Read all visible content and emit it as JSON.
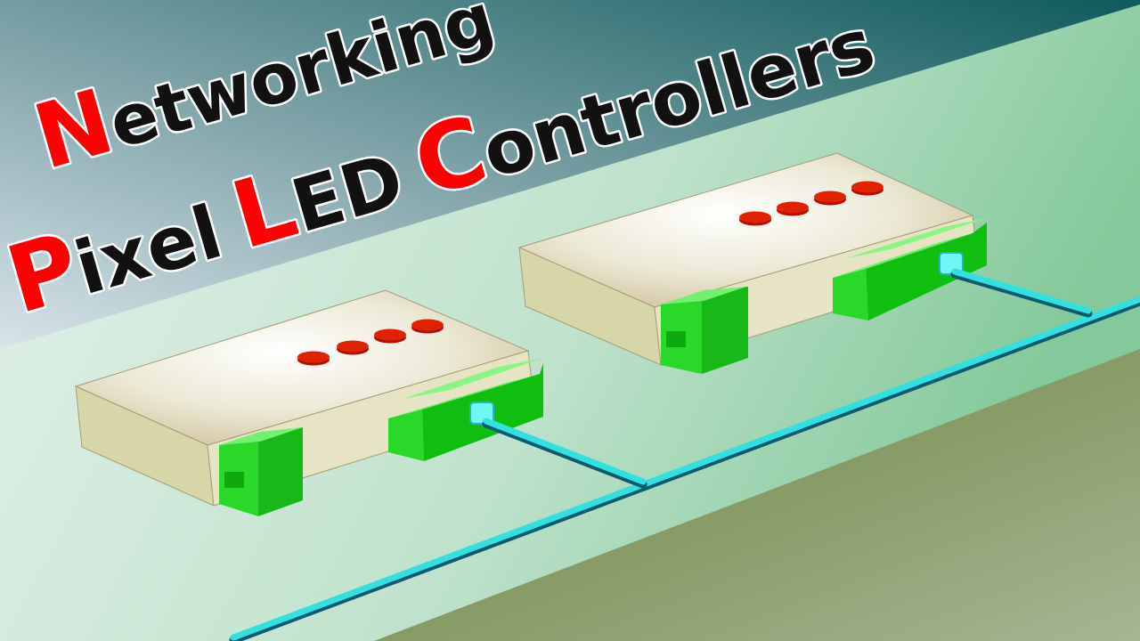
{
  "title": {
    "line1": {
      "initial": "N",
      "rest": "etworking"
    },
    "line2": {
      "words": [
        {
          "initial": "P",
          "rest": "ixel"
        },
        {
          "initial": "L",
          "rest": "ED"
        },
        {
          "initial": "C",
          "rest": "ontrollers"
        }
      ]
    }
  },
  "controllers": [
    {
      "name": "controller-left",
      "led_count": 4
    },
    {
      "name": "controller-right",
      "led_count": 4
    }
  ],
  "colors": {
    "initial_letter": "#ff0000",
    "title_text": "#111111",
    "title_outline": "#ffffff",
    "controller_body": "#d9d7b4",
    "connector": "#1ed51e",
    "led": "#dd1a00",
    "network_cable": "#33e0e0",
    "banner_dark": "#0e5a5c",
    "banner_light": "#c6d8e0",
    "wall": "#c4e6d2",
    "floor": "#7f9360"
  }
}
